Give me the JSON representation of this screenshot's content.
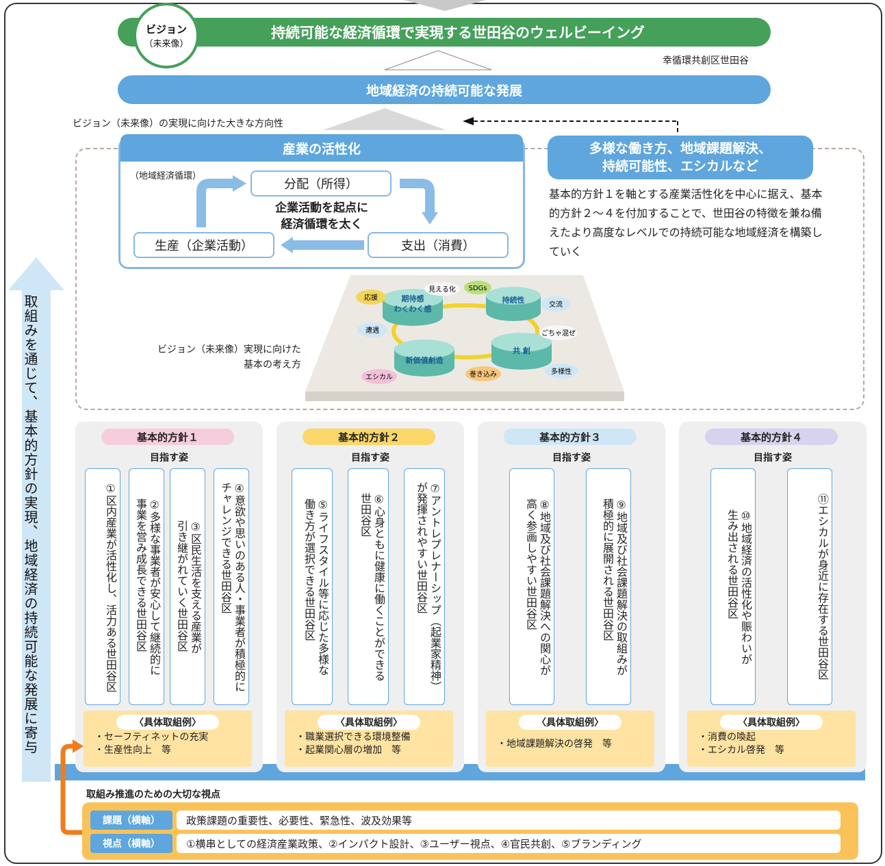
{
  "vision": {
    "badge_line1": "ビジョン",
    "badge_line2": "（未来像）",
    "title": "持続可能な経済循環で実現する世田谷のウェルビーイング",
    "slogan": "幸循環共創区世田谷"
  },
  "development": "地域経済の持続可能な発展",
  "direction_label": "ビジョン（未来像）の実現に向けた大きな方向性",
  "industry": {
    "title": "産業の活性化",
    "cycle_label": "（地域経済循環）",
    "distribution": "分配（所得）",
    "production": "生産（企業活動）",
    "spending": "支出（消費）",
    "center_line1": "企業活動を起点に",
    "center_line2": "経済循環を太く"
  },
  "diverse": {
    "line1": "多様な働き方、地域課題解決、",
    "line2": "持続可能性、エシカルなど"
  },
  "description": "基本的方針１を軸とする産業活性化を中心に据え、基本的方針２〜４を付加することで、世田谷の特徴を兼ね備えたより高度なレベルでの持続可能な地域経済を構築していく",
  "concept": {
    "label_line1": "ビジョン（未来像）実現に向けた",
    "label_line2": "基本の考え方",
    "cylinders": [
      "期待感",
      "わくわく感",
      "持続性",
      "新価値創造",
      "共 創"
    ],
    "tags": [
      "応援",
      "見える化",
      "SDGs",
      "交流",
      "遭遇",
      "ごちゃ混ぜ",
      "エシカル",
      "巻き込み",
      "多様性"
    ]
  },
  "left_arrow_text": "取組みを通じて、基本的方針の実現、地域経済の持続可能な発展に寄与",
  "policies": [
    {
      "title": "基本的方針１",
      "color": "#f6cddd",
      "goal_label": "目指す姿",
      "goals": [
        "①区内産業が活性化し、活力ある世田谷区",
        "②多様な事業者が安心して継続的に\n事業を営み成長できる世田谷区",
        "③区民生活を支える産業が\n引き継がれていく世田谷区",
        "④意欲や思いのある人・事業者が積極的に\nチャレンジできる世田谷区"
      ],
      "examples_head": "〈具体取組例〉",
      "examples": [
        "・セーフティネットの充実",
        "・生産性向上　等"
      ]
    },
    {
      "title": "基本的方針２",
      "color": "#fbd76a",
      "goal_label": "目指す姿",
      "goals": [
        "⑤ライフスタイル等に応じた多様な\n働き方が選択できる世田谷区",
        "⑥心身ともに健康に働くことができる\n世田谷区",
        "⑦アントレプレナーシップ（起業家精神）\nが発揮されやすい世田谷区"
      ],
      "examples_head": "〈具体取組例〉",
      "examples": [
        "・職業選択できる環境整備",
        "・起業関心層の増加　等"
      ]
    },
    {
      "title": "基本的方針３",
      "color": "#cfe6f6",
      "goal_label": "目指す姿",
      "goals": [
        "⑧地域及び社会課題解決への関心が\n高く参画しやすい世田谷区",
        "⑨地域及び社会課題解決の取組みが\n積極的に展開される世田谷区"
      ],
      "examples_head": "〈具体取組例〉",
      "examples": [
        "・地域課題解決の啓発　等"
      ]
    },
    {
      "title": "基本的方針４",
      "color": "#d7d3ee",
      "goal_label": "目指す姿",
      "goals": [
        "⑩地域経済の活性化や賑わいが\n生み出される世田谷区",
        "⑪エシカルが身近に存在する世田谷区"
      ],
      "examples_head": "〈具体取組例〉",
      "examples": [
        "・消費の喚起",
        "・エシカル啓発　等"
      ]
    }
  ],
  "viewpoints": {
    "heading": "取組み推進のための大切な視点",
    "row1_tag": "課題（横軸）",
    "row1_text": "政策課題の重要性、必要性、緊急性、波及効果等",
    "row2_tag": "視点（横軸）",
    "row2_text": "①横串としての経済産業政策、②インパクト設計、③ユーザー視点、④官民共創、⑤ブランディング"
  },
  "colors": {
    "green": "#45a05a",
    "blue": "#5ea6dd",
    "orange": "#ee7d1e",
    "light_blue_arrow": "#cfe6f6"
  }
}
